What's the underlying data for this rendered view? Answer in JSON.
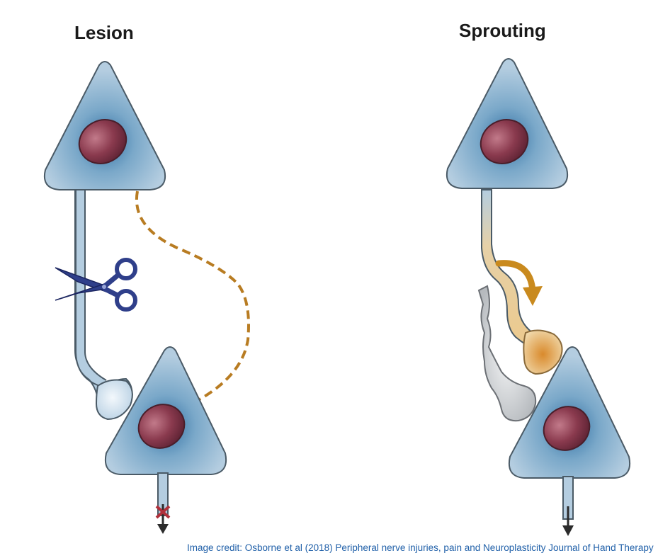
{
  "panels": {
    "lesion": {
      "title": "Lesion"
    },
    "sprouting": {
      "title": "Sprouting"
    }
  },
  "credit": "Image credit: Osborne et al (2018) Peripheral nerve injuries, pain and Neuroplasticity Journal of Hand Therapy",
  "colors": {
    "cell_body": "#a9c6da",
    "cell_center": "#3e7fb0",
    "outline": "#4a5a66",
    "nucleus": "#8a3a4e",
    "sprout": "#e2c896",
    "sprout_terminal": "#e0a552",
    "arrow_orange": "#c98a1e",
    "dashed_path": "#b87c22",
    "degenerating": "#c4c7cb",
    "scissors": "#2f3f8a",
    "block_x": "#b0303a",
    "credit_text": "#1f5fa8"
  },
  "icons": [
    "scissors-icon",
    "block-x-icon",
    "output-arrow-icon",
    "sprouting-arrow-icon"
  ]
}
